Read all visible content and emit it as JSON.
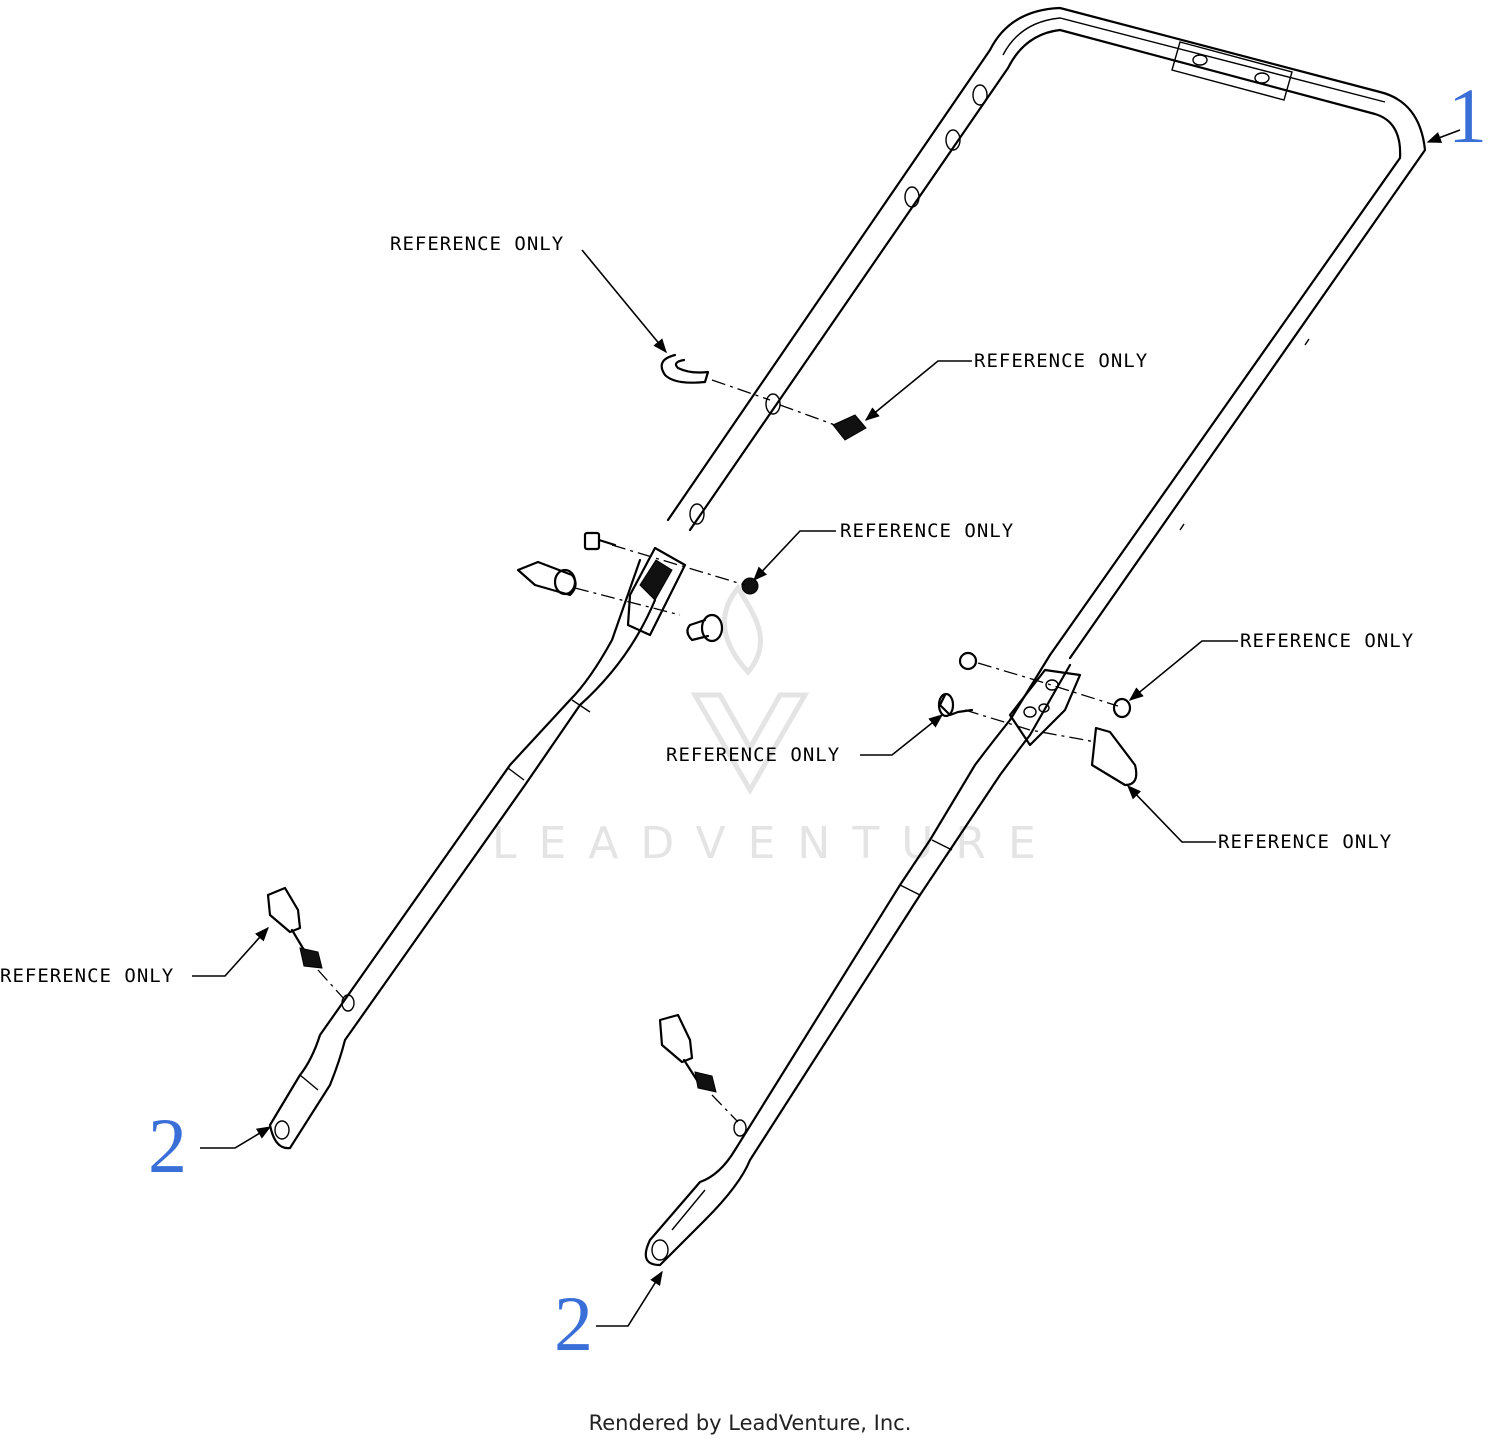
{
  "diagram": {
    "callouts": [
      "1",
      "2",
      "2"
    ],
    "reference_label": "REFERENCE ONLY",
    "watermark": "LEADVENTURE",
    "footer": "Rendered by LeadVenture, Inc."
  }
}
